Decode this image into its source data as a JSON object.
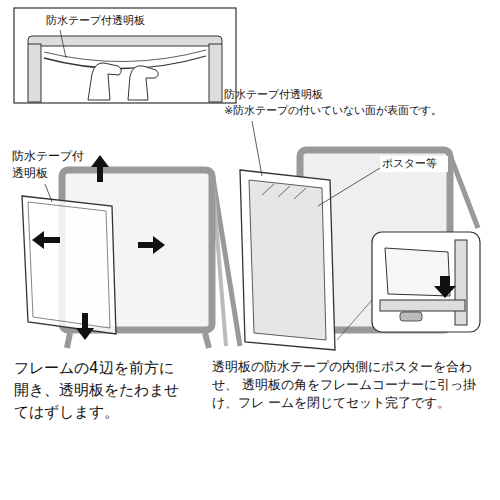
{
  "diagram": {
    "labels": [
      "防水テープ付透明板",
      "防水テープ付 透明板",
      "フレームの4辺を前方に 開き、透明板をたわませ てはずします。",
      "防水テープ付透明板",
      "※防水テープの付いていない面が表面です。",
      "ポスター等",
      "透明板の防水テープの内側にポスターを合わせ、 透明板の角をフレームコーナーに引っ掛け、フレ ームを閉じてセット完了です。"
    ]
  }
}
